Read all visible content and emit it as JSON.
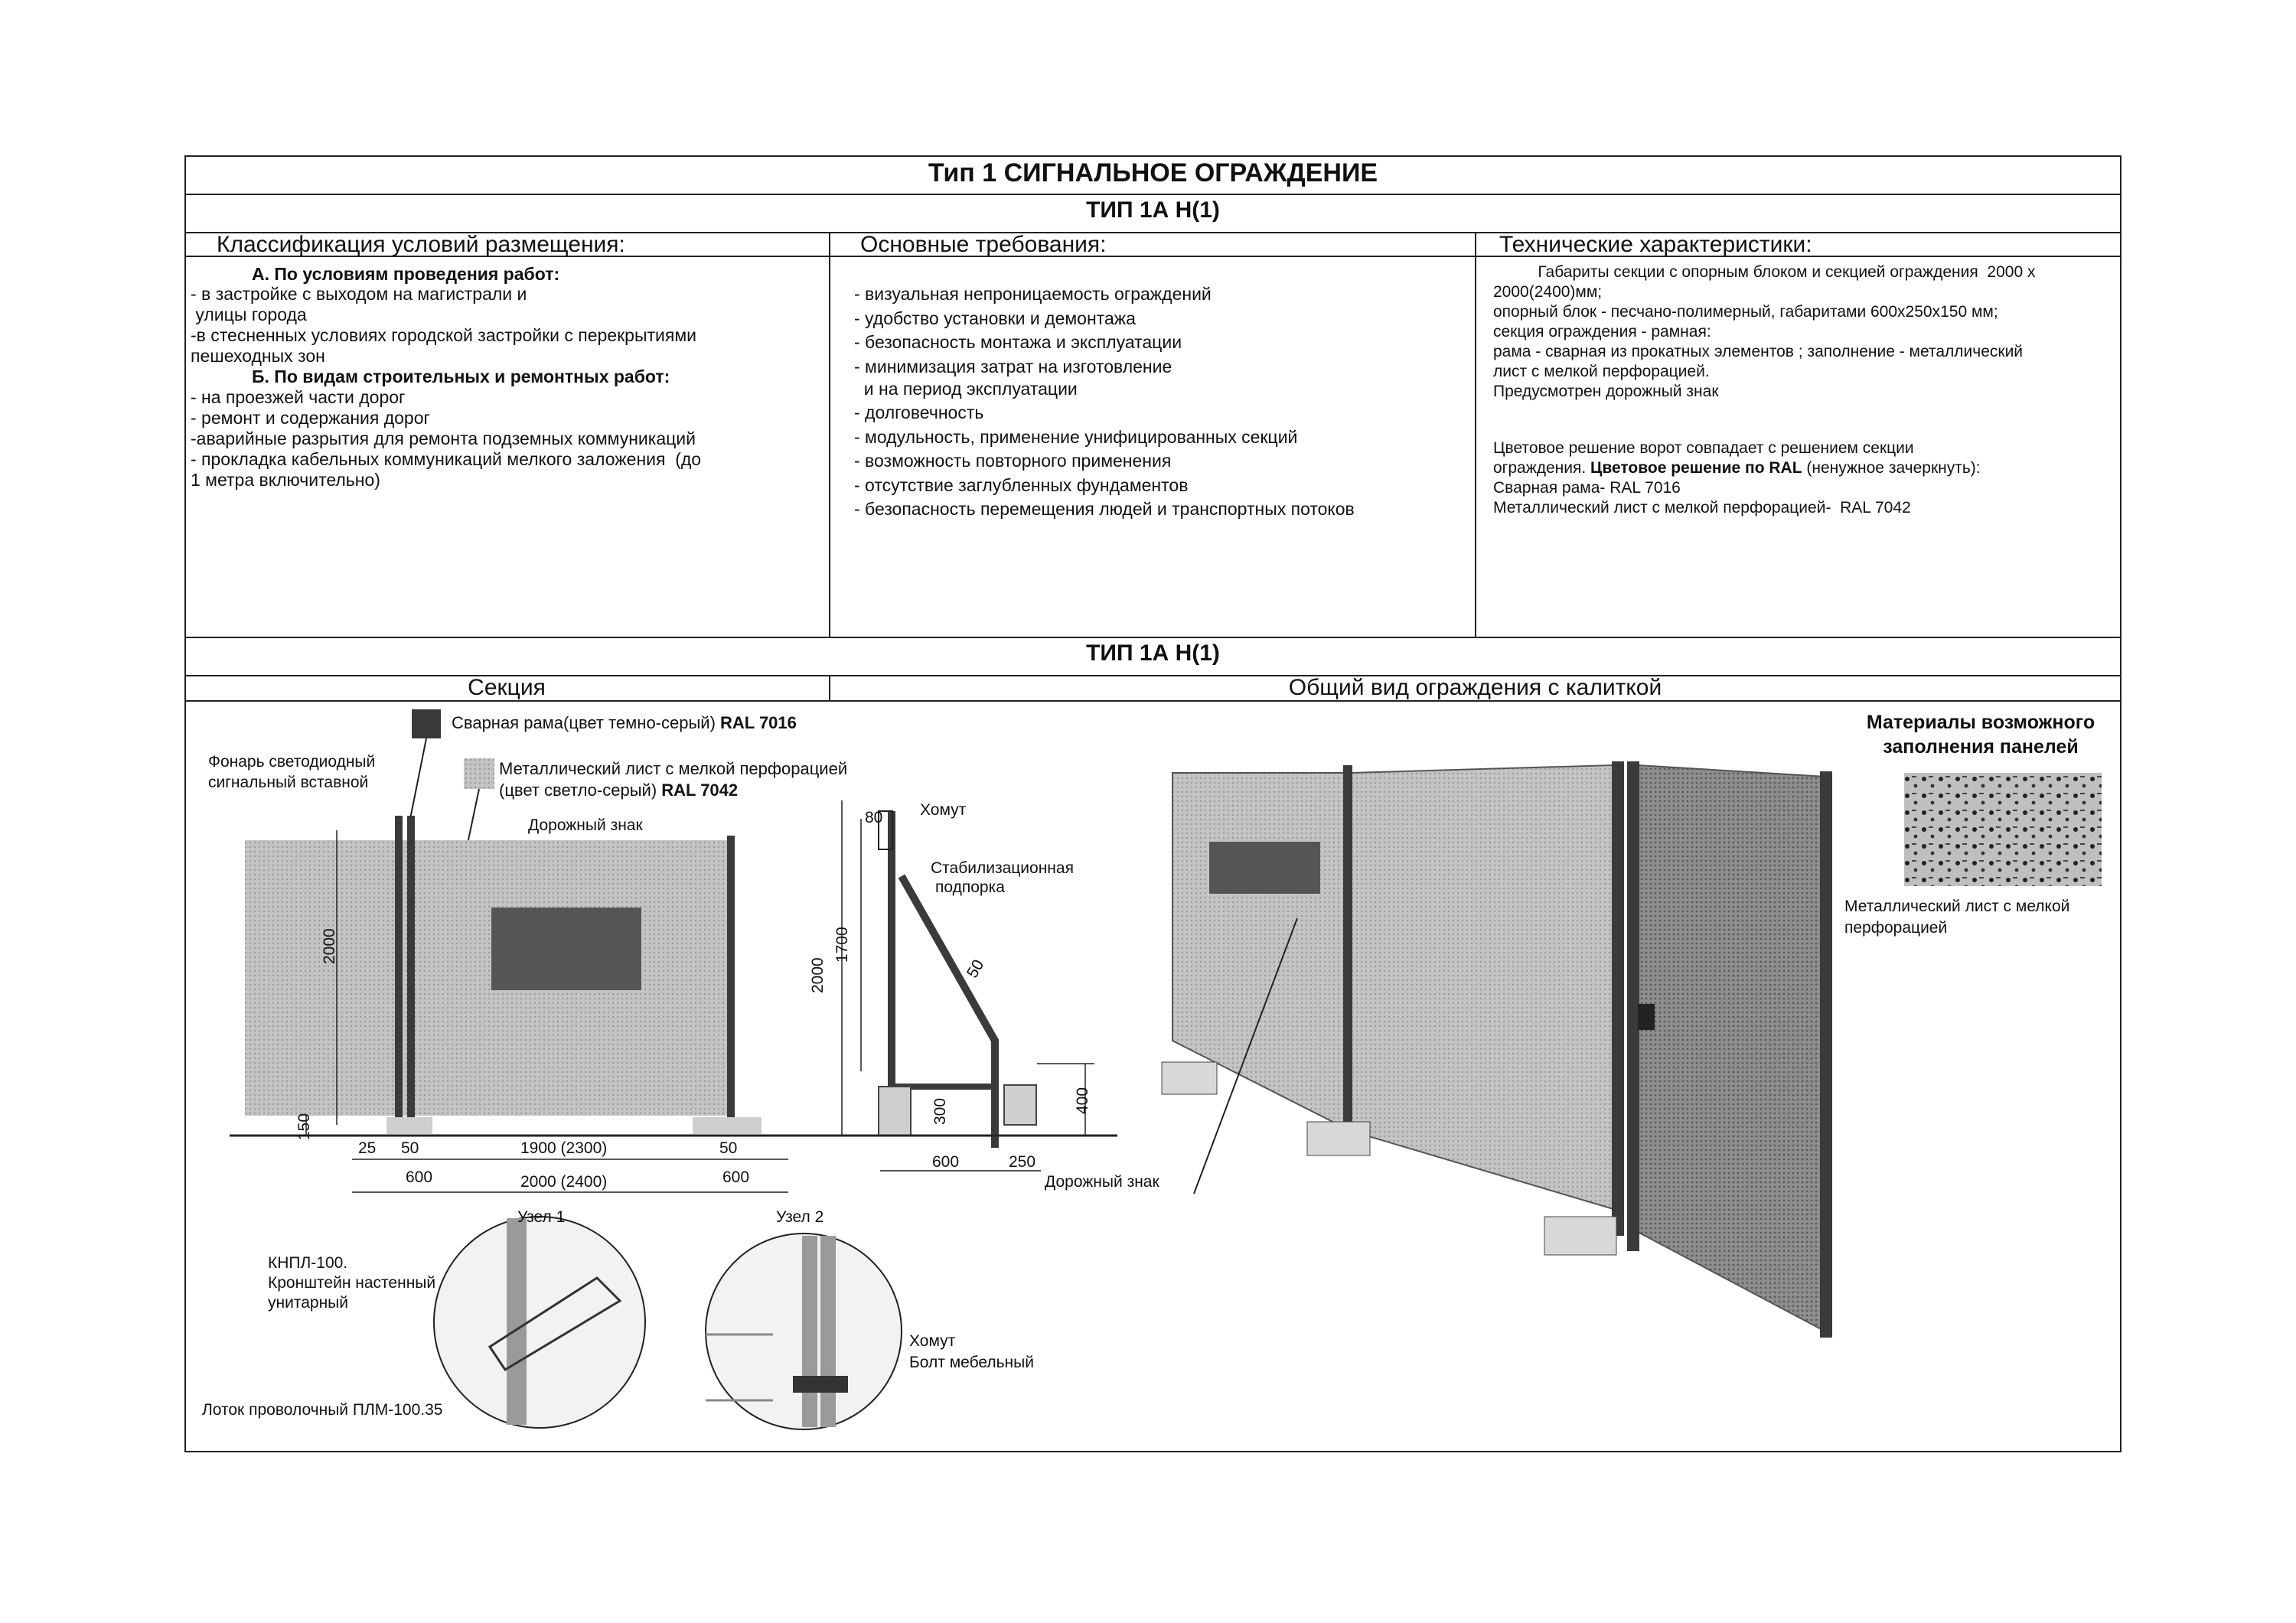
{
  "title": "Тип 1  СИГНАЛЬНОЕ ОГРАЖДЕНИЕ",
  "subtitle": "ТИП 1А Н(1)",
  "columns": {
    "classification": "Классификация условий размещения:",
    "requirements": "Основные требования:",
    "specs": "Технические характеристики:"
  },
  "classification": {
    "a_title": "А. По условиям проведения работ:",
    "a_lines": [
      "- в застройке с выходом на магистрали и",
      " улицы города",
      "-в стесненных условиях городской застройки с перекрытиями",
      "пешеходных зон"
    ],
    "b_title": "Б. По видам строительных и ремонтных работ:",
    "b_lines": [
      "- на проезжей части дорог",
      "- ремонт и содержания дорог",
      "-аварийные разрытия для ремонта подземных коммуникаций",
      "- прокладка кабельных коммуникаций мелкого заложения  (до",
      "1 метра включительно)"
    ]
  },
  "requirements": [
    "- визуальная непроницаемость ограждений",
    "- удобство установки и демонтажа",
    "- безопасность монтажа и эксплуатации",
    "- минимизация затрат на изготовление",
    "  и на период эксплуатации",
    "- долговечность",
    "- модульность, применение унифицированных секций",
    "- возможность повторного применения",
    "- отсутствие заглубленных фундаментов",
    "- безопасность перемещения людей и транспортных потоков"
  ],
  "specs": {
    "lines": [
      "          Габариты секции с опорным блоком и секцией ограждения  2000 х",
      "2000(2400)мм;",
      "опорный блок - песчано-полимерный, габаритами 600х250х150 мм;",
      "секция ограждения - рамная:",
      "рама - сварная из прокатных элементов ; заполнение - металлический",
      "лист с мелкой перфорацией.",
      "Предусмотрен дорожный знак"
    ],
    "color_line1": "Цветовое решение ворот совпадает с решением секции",
    "color_line2a": "ограждения. ",
    "color_line2b": "Цветовое решение по RAL",
    "color_line2c": " (ненужное зачеркнуть):",
    "color_line3": "Сварная рама- RAL 7016",
    "color_line4": "Металлический лист с мелкой перфорацией-  RAL 7042"
  },
  "subtitle2": "ТИП 1А Н(1)",
  "section_header": "Секция",
  "view_header": "Общий вид ограждения с калиткой",
  "legend": {
    "frame_label": "Сварная рама(цвет темно-серый) ",
    "frame_ral": "RAL 7016",
    "sheet_label1": "Металлический лист с мелкой перфорацией",
    "sheet_label2": "(цвет светло-серый) ",
    "sheet_ral": "RAL 7042",
    "frame_color": "#3a3a3a",
    "sheet_color": "#bdbdbd"
  },
  "drawing": {
    "lamp_label1": "Фонарь светодиодный",
    "lamp_label2": "сигнальный вставной",
    "road_sign": "Дорожный знак",
    "dim_2000_v": "2000",
    "dim_150": "150",
    "dim_25": "25",
    "dim_50_a": "50",
    "dim_1900": "1900 (2300)",
    "dim_50_b": "50",
    "dim_600_a": "600",
    "dim_2000_h": "2000 (2400)",
    "dim_600_b": "600",
    "clamp": "Хомут",
    "stab1": "Стабилизационная",
    "stab2": "подпорка",
    "dim_80": "80",
    "dim_1700": "1700",
    "dim_2000_side": "2000",
    "dim_50_diag": "50",
    "dim_300": "300",
    "dim_400": "400",
    "dim_600_side": "600",
    "dim_250": "250",
    "road_sign2": "Дорожный знак",
    "node1": "Узел 1",
    "node2": "Узел 2",
    "knpl1": "КНПЛ-100.",
    "knpl2": "Кронштейн настенный",
    "knpl3": "унитарный",
    "tray": "Лоток проволочный ПЛМ-100.35",
    "clamp2": "Хомут",
    "bolt": "Болт мебельный"
  },
  "materials": {
    "title1": "Материалы возможного",
    "title2": "заполнения панелей",
    "caption1": "Металлический лист с мелкой",
    "caption2": "перфорацией"
  }
}
